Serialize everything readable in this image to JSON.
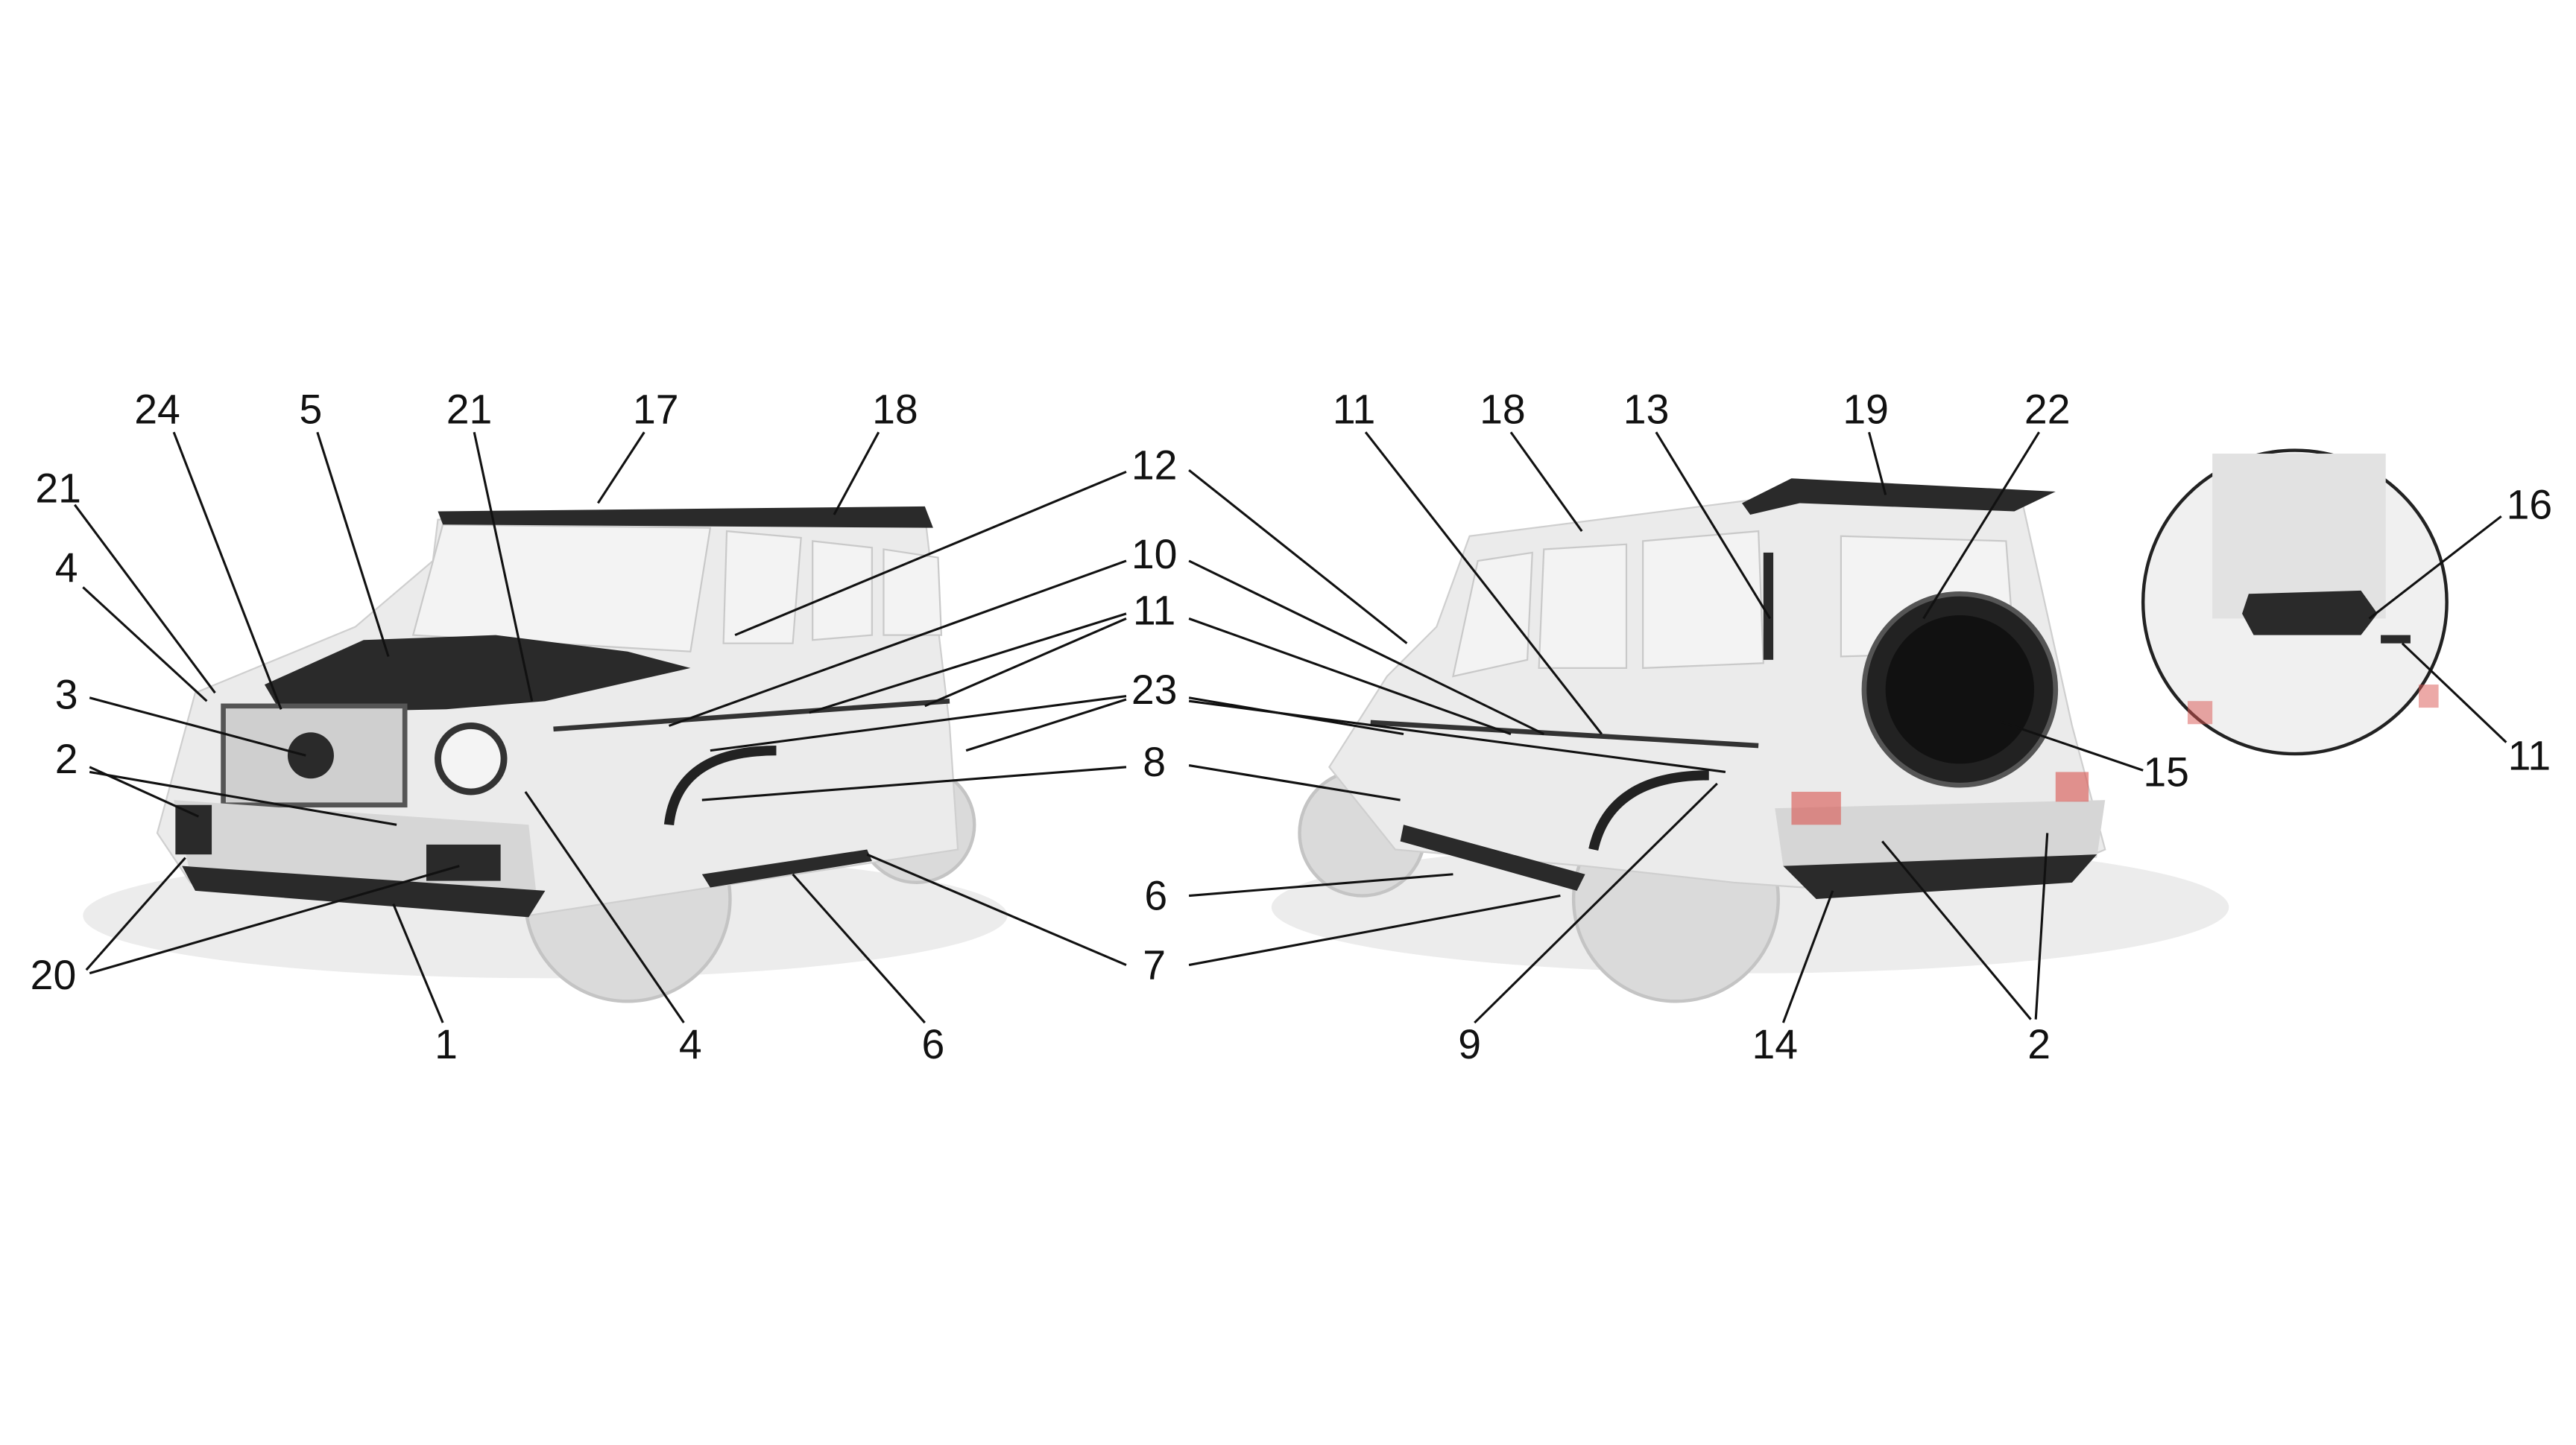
{
  "diagram": {
    "title": "Body kit parts callout diagram",
    "front_view": {
      "callouts": [
        "24",
        "5",
        "21",
        "17",
        "18",
        "21",
        "4",
        "3",
        "2",
        "20",
        "1",
        "4",
        "6",
        "12",
        "10",
        "11",
        "23",
        "8",
        "7"
      ]
    },
    "rear_view": {
      "callouts": [
        "11",
        "18",
        "13",
        "19",
        "22",
        "6",
        "9",
        "14",
        "2",
        "15"
      ]
    },
    "inset": {
      "callouts": [
        "16",
        "11"
      ]
    }
  }
}
